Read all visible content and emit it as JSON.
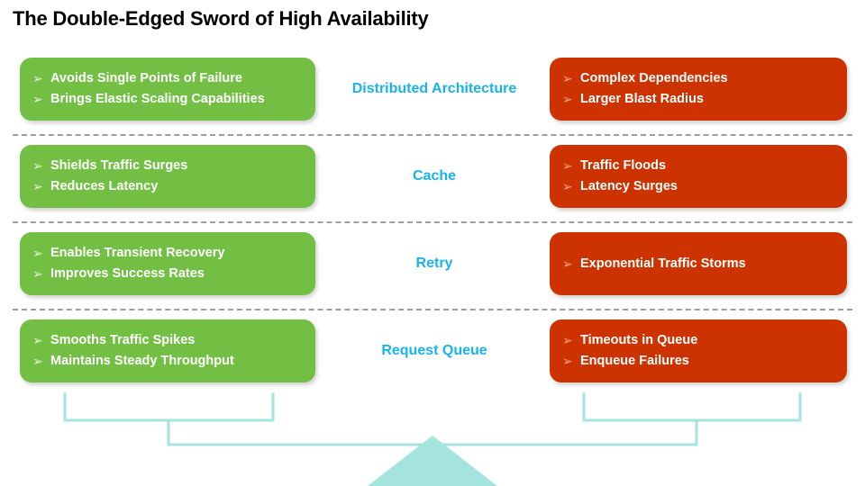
{
  "page": {
    "title": "The Double-Edged Sword of High Availability",
    "bullet_glyph": "➢"
  },
  "colors": {
    "benefit": "#72BF44",
    "risk": "#CC3300",
    "label": "#18B3EC",
    "bracket": "#A5E3DE",
    "divider": "#9D9D9D",
    "title": "#000000"
  },
  "rows": [
    {
      "label": "Distributed Architecture",
      "benefits": [
        "Avoids Single Points of Failure",
        "Brings Elastic Scaling Capabilities"
      ],
      "risks": [
        "Complex Dependencies",
        "Larger Blast Radius"
      ]
    },
    {
      "label": "Cache",
      "benefits": [
        "Shields Traffic Surges",
        "Reduces Latency"
      ],
      "risks": [
        "Traffic Floods",
        "Latency Surges"
      ]
    },
    {
      "label": "Retry",
      "benefits": [
        "Enables Transient Recovery",
        "Improves Success Rates"
      ],
      "risks": [
        "Exponential Traffic Storms"
      ]
    },
    {
      "label": "Request Queue",
      "benefits": [
        "Smooths Traffic Spikes",
        "Maintains Steady Throughput"
      ],
      "risks": [
        "Timeouts in Queue",
        "Enqueue Failures"
      ]
    }
  ]
}
